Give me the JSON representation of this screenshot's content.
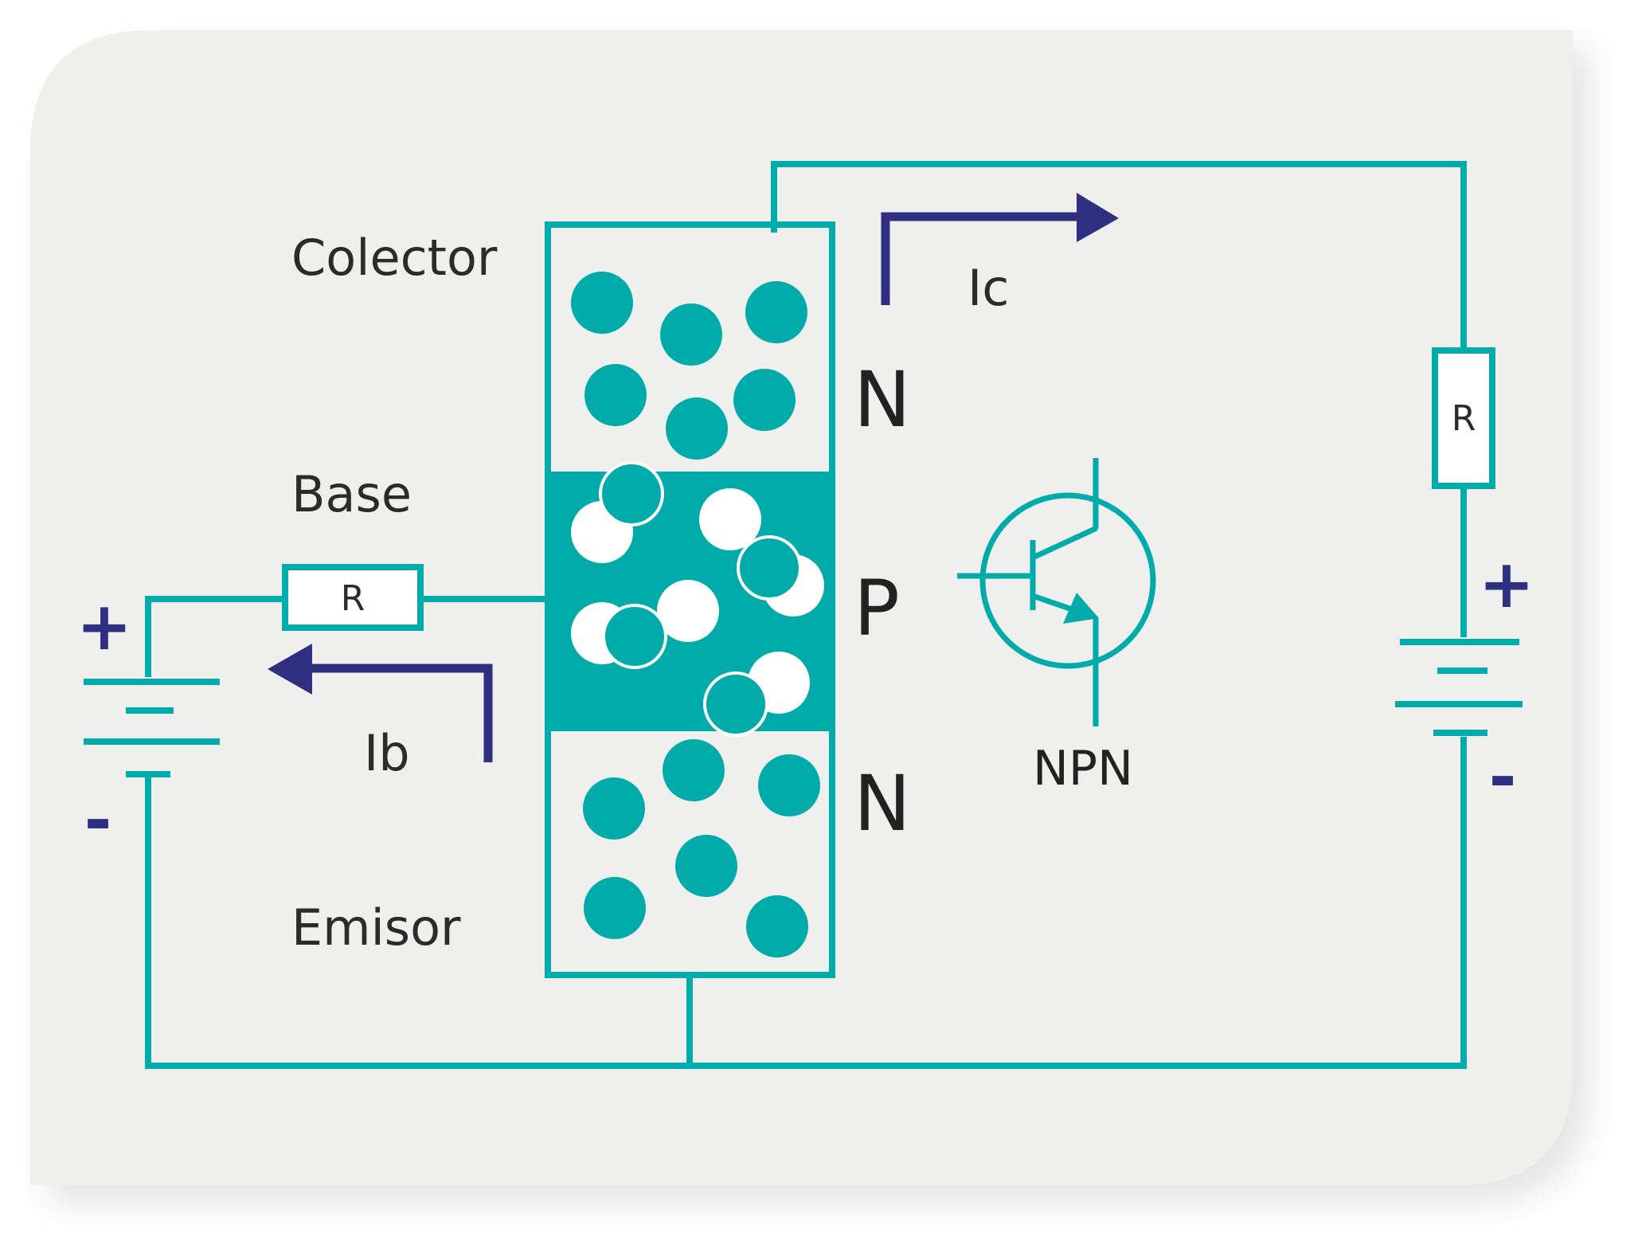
{
  "colors": {
    "teal": "#00aba9",
    "navy": "#2e2f80",
    "panel": "#efefee",
    "text": "#2b2b2b",
    "white": "#ffffff"
  },
  "labels": {
    "collector": "Colector",
    "base": "Base",
    "emitter": "Emisor"
  },
  "regions": {
    "top": "N",
    "middle": "P",
    "bottom": "N"
  },
  "currents": {
    "collector": "Ic",
    "base": "Ib"
  },
  "resistors": {
    "base": "R",
    "collector": "R"
  },
  "symbol": {
    "type": "NPN"
  },
  "batteries": {
    "left_plus": "+",
    "left_minus": "-",
    "right_plus": "+",
    "right_minus": "-"
  },
  "icons": [
    "npn-transistor-icon",
    "battery-icon",
    "resistor-icon",
    "arrow-icon"
  ]
}
